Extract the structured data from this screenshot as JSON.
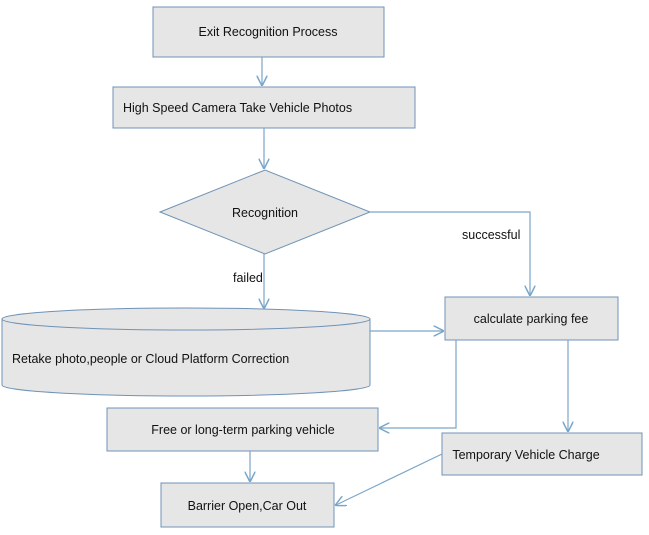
{
  "diagram": {
    "nodes": {
      "exit_process": "Exit Recognition Process",
      "camera": "High Speed Camera Take Vehicle Photos",
      "recognition": "Recognition",
      "retake": "Retake photo,people or Cloud Platform Correction",
      "calculate_fee": "calculate parking fee",
      "free_parking": "Free or long-term parking vehicle",
      "temporary_charge": "Temporary Vehicle Charge",
      "barrier_open": "Barrier Open,Car Out"
    },
    "edge_labels": {
      "successful": "successful",
      "failed": "failed"
    },
    "colors": {
      "box_fill": "#e6e6e6",
      "box_stroke": "#6f93b6",
      "arrow": "#7aa6c9",
      "text": "#111111"
    }
  }
}
